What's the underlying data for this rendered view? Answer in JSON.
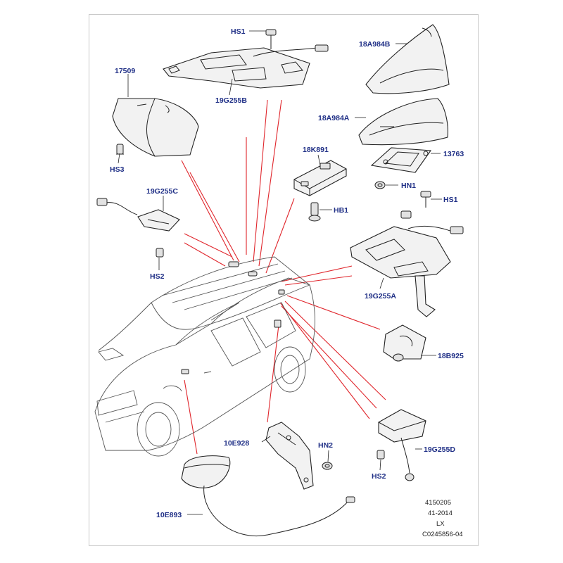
{
  "labels": {
    "hs1_top": "HS1",
    "p17509": "17509",
    "p19g255b": "19G255B",
    "hs3": "HS3",
    "p18a984b": "18A984B",
    "p18a984a": "18A984A",
    "p13763": "13763",
    "p18k891": "18K891",
    "hn1": "HN1",
    "hs1_right": "HS1",
    "hb1": "HB1",
    "p19g255c": "19G255C",
    "hs2_left": "HS2",
    "p19g255a": "19G255A",
    "p18b925": "18B925",
    "p10e928": "10E928",
    "hn2": "HN2",
    "p19g255d": "19G255D",
    "hs2_bottom": "HS2",
    "p10e893": "10E893"
  },
  "footer": {
    "line1": "4150205",
    "line2": "41-2014",
    "line3": "LX",
    "line4": "C0245856-04"
  },
  "colors": {
    "label": "#1f2f86",
    "callout_line": "#e0262c",
    "frame": "#c9c9c9"
  }
}
